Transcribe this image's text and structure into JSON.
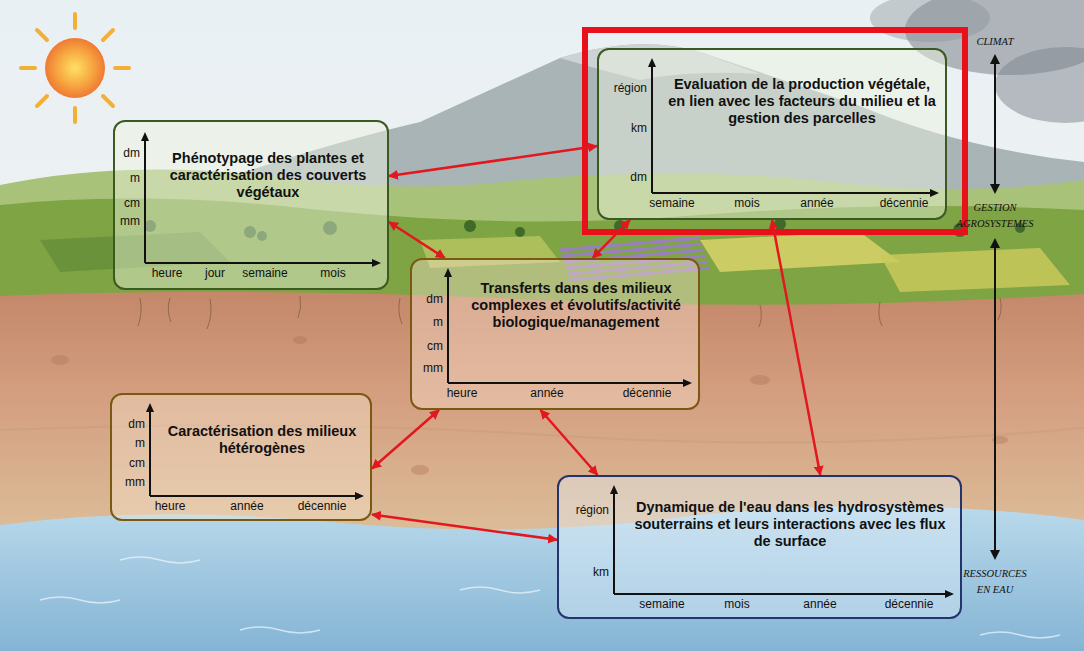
{
  "diagram": {
    "nodes": [
      {
        "text": [
          "Phénotypage des plantes et caractérisation des couverts végétaux",
          "dm",
          "m",
          "cm",
          "mm",
          "heure",
          "jour",
          "semaine",
          "mois"
        ]
      },
      {
        "text": [
          "Evaluation de la production végétale, en lien avec les facteurs du milieu et la gestion des parcelles",
          "région",
          "km",
          "dm",
          "semaine",
          "mois",
          "année",
          "décennie"
        ]
      },
      {
        "text": [
          "Transferts dans des milieux complexes et évolutifs/activité biologique/management",
          "dm",
          "m",
          "cm",
          "mm",
          "heure",
          "année",
          "décennie"
        ]
      },
      {
        "text": [
          "Caractérisation des milieux hétérogènes",
          "dm",
          "m",
          "cm",
          "mm",
          "heure",
          "année",
          "décennie"
        ]
      },
      {
        "text": [
          "Dynamique de l'eau dans les hydrosystèmes souterrains et leurs interactions avec les flux de surface",
          "région",
          "km",
          "semaine",
          "mois",
          "année",
          "décennie"
        ]
      }
    ],
    "edges": [
      {
        "from": 0,
        "to": 1,
        "arrow": "both"
      },
      {
        "from": 0,
        "to": 2,
        "arrow": "both"
      },
      {
        "from": 2,
        "to": 1,
        "arrow": "both"
      },
      {
        "from": 1,
        "to": 4,
        "arrow": "both"
      },
      {
        "from": 2,
        "to": 3,
        "arrow": "both"
      },
      {
        "from": 2,
        "to": 4,
        "arrow": "both"
      },
      {
        "from": 3,
        "to": 4,
        "arrow": "both"
      }
    ],
    "labels": [
      "CLIMAT",
      "GESTION AGROSYSTEMES",
      "RESSOURCES EN EAU"
    ]
  }
}
